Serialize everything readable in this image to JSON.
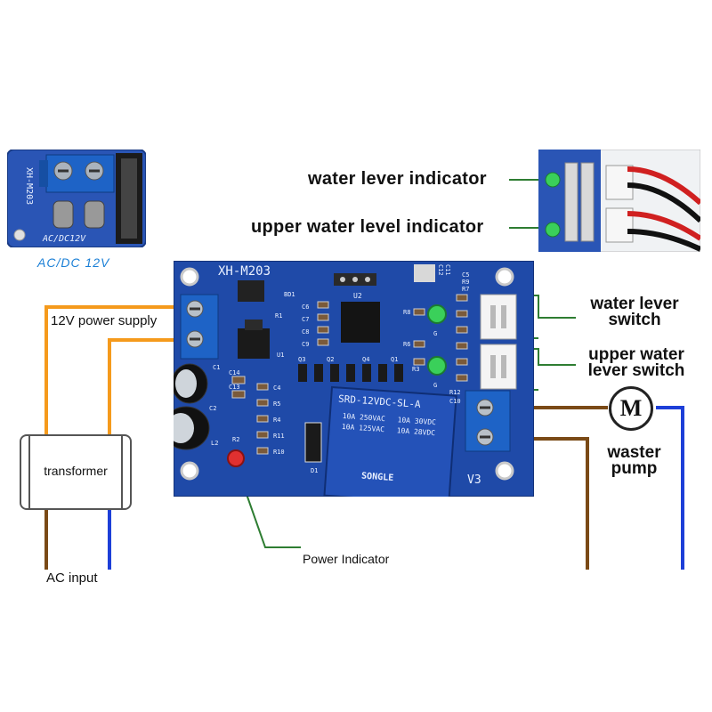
{
  "labels": {
    "water_level_indicator": "water lever indicator",
    "upper_water_level_indicator": "upper water level indicator",
    "water_level_switch_line1": "water lever",
    "water_level_switch_line2": "switch",
    "upper_water_level_switch_line1": "upper water",
    "upper_water_level_switch_line2": "lever switch",
    "power_supply": "12V power supply",
    "transformer": "transformer",
    "ac_input": "AC input",
    "power_indicator": "Power Indicator",
    "pump_line1": "waster",
    "pump_line2": "pump",
    "motor_symbol": "M",
    "inset_caption": "AC/DC 12V"
  },
  "board": {
    "model": "XH-M203",
    "relay_model": "SRD-12VDC-SL-A",
    "relay_ratings": [
      "10A 250VAC",
      "10A 125VAC",
      "10A 30VDC",
      "10A 28VDC"
    ],
    "relay_brand": "SONGLE",
    "chip": "U2",
    "v_mark": "V3",
    "silk_labels": [
      "BD1",
      "R1",
      "U1",
      "C6",
      "C7",
      "C8",
      "C9",
      "Q3",
      "Q2",
      "Q4",
      "Q1",
      "C14",
      "C13",
      "C4",
      "R5",
      "R4",
      "R11",
      "R10",
      "R2",
      "L2",
      "C1",
      "C2",
      "D1",
      "R8",
      "R6",
      "R3",
      "C5",
      "R9",
      "R7",
      "C12",
      "C11",
      "R12",
      "C10",
      "G",
      "G"
    ]
  },
  "inset_left": {
    "silk": [
      "XH-M203",
      "AC/DC12V"
    ]
  },
  "colors": {
    "pcb": "#1f4aa8",
    "terminal": "#1e63c6",
    "wire_orange": "#f59a1c",
    "wire_brown": "#7a4a16",
    "wire_blue": "#1d3fd8",
    "leader_green": "#2e7d32",
    "caption_blue": "#1a7fd6"
  },
  "icons": [
    "motor-icon",
    "terminal-block-icon",
    "led-icon",
    "relay-icon"
  ]
}
